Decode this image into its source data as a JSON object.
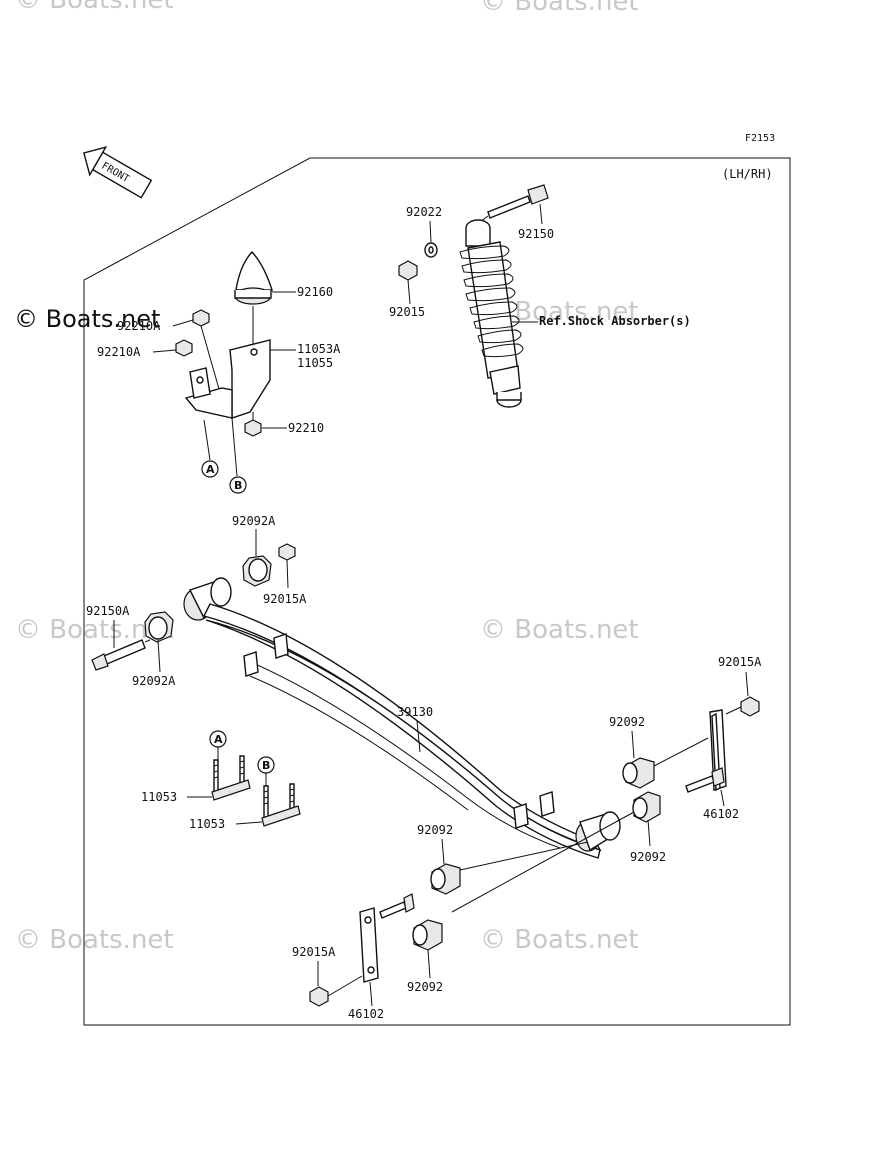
{
  "watermark": {
    "brand": "© Boats.net",
    "brand_light": "© Boats.net"
  },
  "figure_code": "F2153",
  "side_note": "(LH/RH)",
  "front_arrow_label": "FRONT",
  "ref_label": "Ref.Shock Absorber(s)",
  "parts": {
    "p92160": "92160",
    "p92210A_1": "92210A",
    "p92210A_2": "92210A",
    "p11053A": "11053A",
    "p11055": "11055",
    "p92210": "92210",
    "p92022": "92022",
    "p92015": "92015",
    "p92150": "92150",
    "p92092A_1": "92092A",
    "p92015A_1": "92015A",
    "p92150A": "92150A",
    "p92092A_2": "92092A",
    "p39130": "39130",
    "p92015A_2": "92015A",
    "p92092_1": "92092",
    "p46102_1": "46102",
    "p92092_2": "92092",
    "p92092_3": "92092",
    "p11053_1": "11053",
    "p11053_2": "11053",
    "p92092_4": "92092",
    "p92015A_3": "92015A",
    "p46102_2": "46102"
  },
  "callouts": {
    "a": "A",
    "b": "B"
  }
}
